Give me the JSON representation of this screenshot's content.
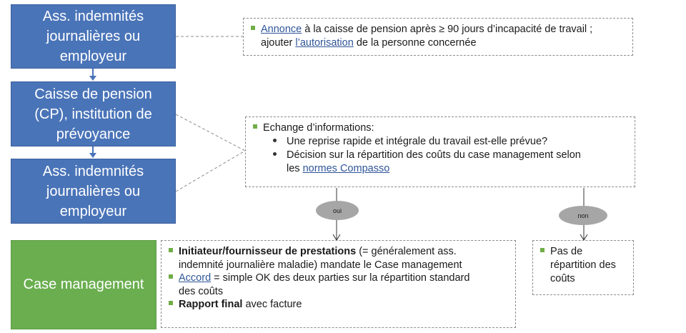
{
  "flow": {
    "box1": {
      "line1": "Ass. indemnités",
      "line2": "journalières ou",
      "line3": "employeur"
    },
    "box2": {
      "line1": "Caisse de pension",
      "line2": "(CP), institution de",
      "line3": "prévoyance"
    },
    "box3": {
      "line1": "Ass. indemnités",
      "line2": "journalières ou",
      "line3": "employeur"
    },
    "case_box": "Case management"
  },
  "note1": {
    "link1": "Annonce",
    "text1": " à la caisse de pension après ≥ 90 jours d’incapacité de travail ;",
    "text2": "ajouter ",
    "link2": "l’autorisation",
    "text3": " de la personne concernée"
  },
  "note2": {
    "heading": "Echange d’informations:",
    "q1": "Une reprise rapide et intégrale du travail est-elle prévue?",
    "q2a": "Décision sur la répartition des coûts du case management selon",
    "q2b": "les ",
    "q2link": "normes Compasso"
  },
  "decision": {
    "yes": "oui",
    "no": "non"
  },
  "note3": {
    "i1_bold": "Initiateur/fournisseur de prestations",
    "i1_text": " (= généralement ass.",
    "i1_text2": "indemnité journalière maladie) mandate le Case management",
    "i2_link": "Accord",
    "i2_text": " = simple OK des deux parties sur la répartition standard",
    "i2_text2": "des coûts",
    "i3_bold": "Rapport final",
    "i3_text": " avec facture"
  },
  "note4": {
    "line1": "Pas de",
    "line2": "répartition des",
    "line3": "coûts"
  },
  "colors": {
    "blue": "#4a74b8",
    "green": "#6aae4f",
    "bullet": "#70ad47",
    "link": "#2f5597",
    "ellipse": "#a6a6a6"
  }
}
